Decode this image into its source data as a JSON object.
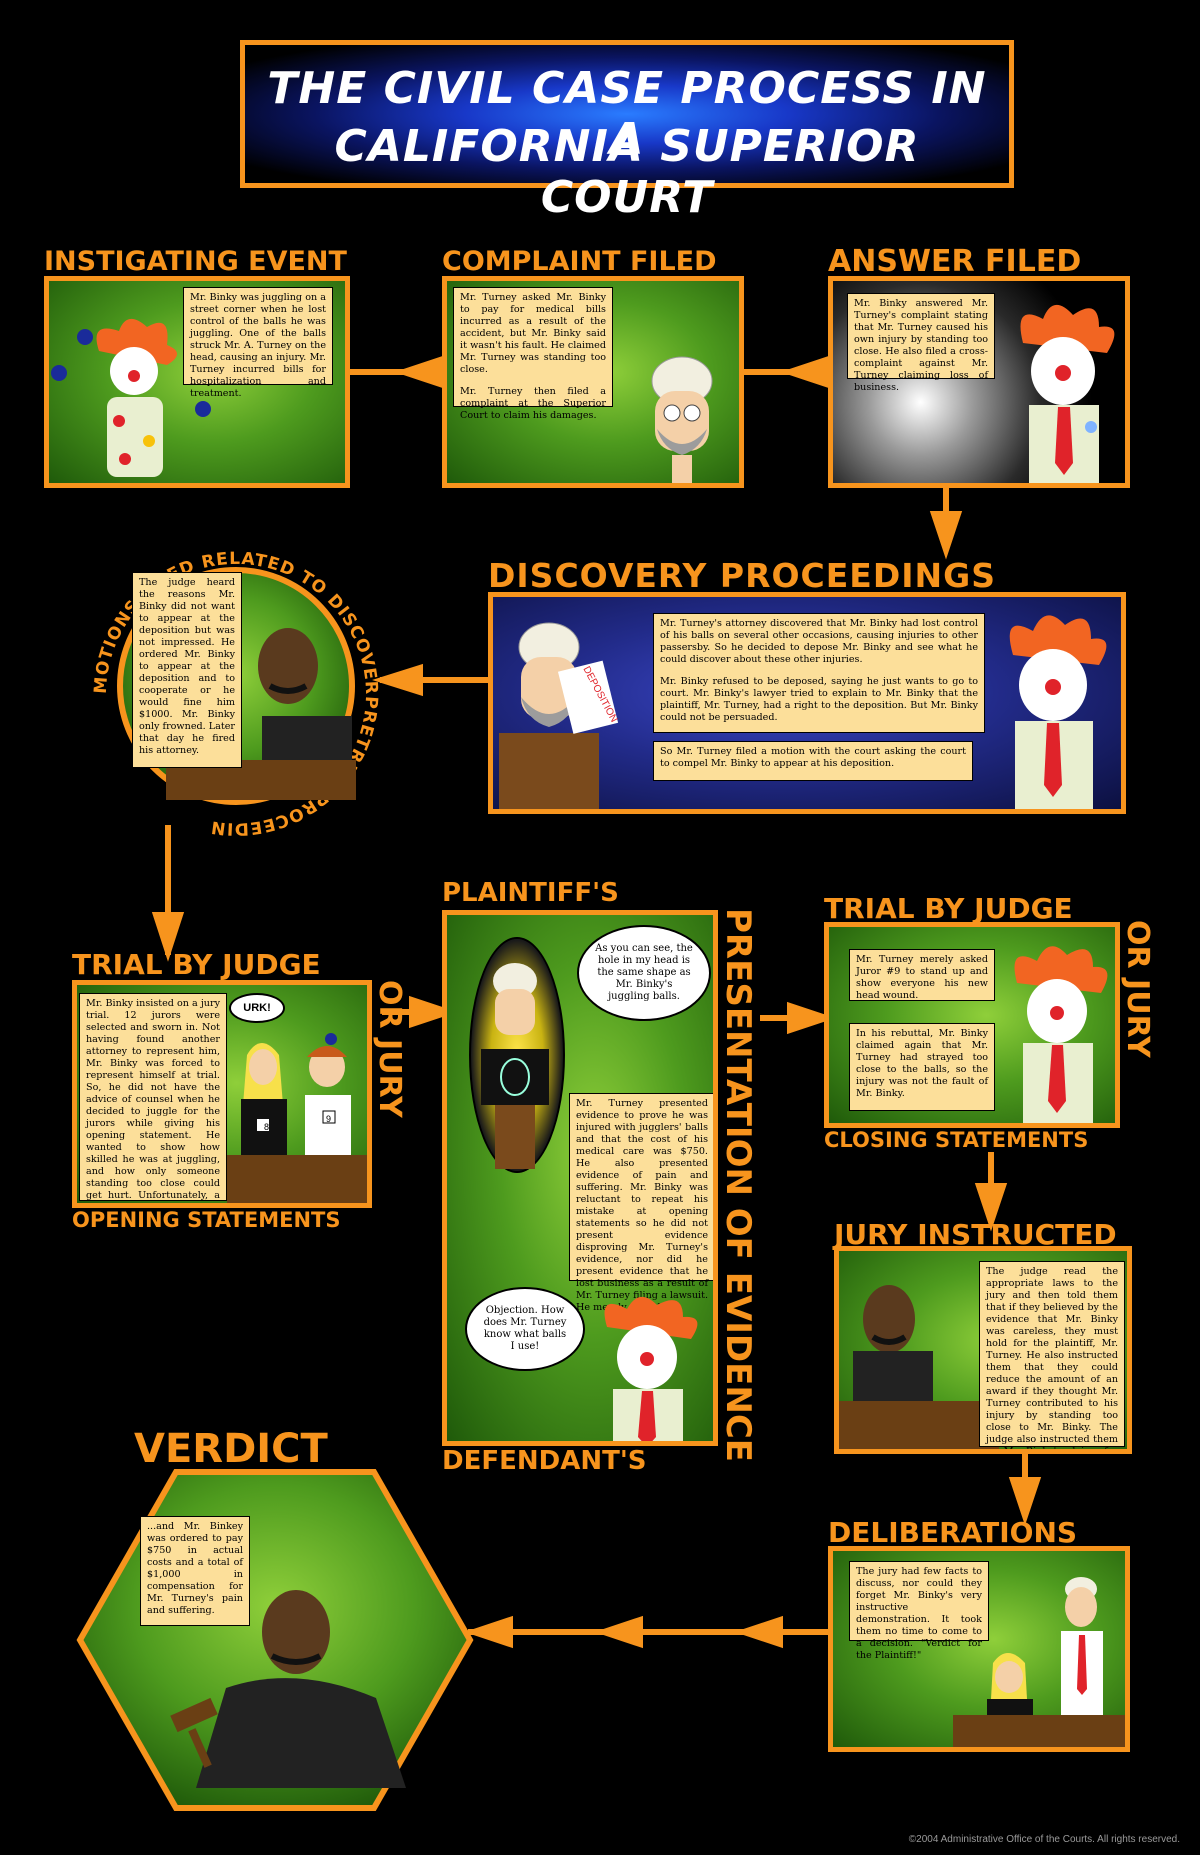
{
  "title": {
    "line1": "THE CIVIL CASE PROCESS IN A",
    "line2": "CALIFORNIA SUPERIOR COURT"
  },
  "stages": {
    "instigating": {
      "heading": "INSTIGATING  EVENT",
      "text": "Mr. Binky was juggling on a street corner when he lost control of the balls he was juggling. One of the balls struck Mr. A. Turney on the head, causing an injury. Mr. Turney incurred bills for hospitalization and treatment."
    },
    "complaint": {
      "heading": "COMPLAINT FILED",
      "text1": "Mr. Turney asked Mr. Binky to pay for medical bills incurred as a result of the accident, but Mr. Binky said it wasn't his fault. He claimed Mr. Turney was standing too close.",
      "text2": "Mr. Turney then filed a complaint at the Superior Court to claim his damages."
    },
    "answer": {
      "heading": "ANSWER FILED",
      "text": "Mr. Binky answered Mr. Turney's complaint stating that Mr. Turney caused his own injury by standing too close. He also filed a cross-complaint against Mr. Turney claiming loss of business."
    },
    "discovery": {
      "heading": "DISCOVERY PROCEEDINGS",
      "text1": "Mr. Turney's attorney discovered that Mr. Binky had lost control of his balls on several other occasions, causing injuries to other passersby. So he decided to depose Mr. Binky and see what he could discover about these other injuries.",
      "text2": "Mr. Binky refused to be deposed, saying he just wants to go to court. Mr. Binky's lawyer tried to explain to Mr. Binky that the plaintiff, Mr. Turney, had a right to the deposition. But Mr. Binky could not be persuaded.",
      "text3": "So Mr. Turney filed a motion with the court asking the court to compel Mr. Binky to appear at his deposition.",
      "paper_label": "DEPOSITION"
    },
    "motions": {
      "arc_top": "MOTIONS FILED RELATED TO DISCOVERY MATTERS.",
      "arc_bottom": "PRETRIAL PROCEEDINGS.",
      "text": "The judge heard the reasons Mr. Binky did not want to appear at the deposition but was not impressed. He ordered Mr. Binky to appear at the deposition and to cooperate or he would fine him $1000. Mr. Binky only frowned. Later that day he fired his attorney."
    },
    "opening": {
      "heading_top": "TRIAL BY JUDGE",
      "heading_side": "OR JURY",
      "heading_bottom": "OPENING STATEMENTS",
      "text": "Mr. Binky insisted on a jury trial. 12 jurors were selected and sworn in. Not having found another attorney to represent him, Mr. Binky was forced to represent himself at trial. So, he did not have the advice of counsel when he decided to juggle for the jurors while giving his opening statement. He wanted to show how skilled he was at juggling, and how only someone standing too close could get hurt. Unfortunately, a ball got away from Mr. Binky and hit a juror.",
      "bubble": "URK!",
      "juror_a": "8",
      "juror_b": "9"
    },
    "evidence": {
      "heading_top": "PLAINTIFF'S",
      "heading_side": "PRESENTATION OF EVIDENCE",
      "heading_bottom": "DEFENDANT'S",
      "bubble1": "As you can see, the hole in my head is the same shape as Mr. Binky's juggling balls.",
      "text": "Mr. Turney presented evidence to prove he was injured with jugglers' balls and that the cost of his medical care was $750. He also presented evidence of pain and suffering. Mr. Binky was reluctant to repeat his mistake at opening statements so he did not present evidence disproving Mr. Turney's evidence, nor did he present evidence that he lost business as a result of Mr. Turney filing a lawsuit. He merely rested.",
      "bubble2": "Objection. How does Mr. Turney know what balls I use!"
    },
    "closing": {
      "heading_top": "TRIAL BY JUDGE",
      "heading_side": "OR JURY",
      "heading_bottom": "CLOSING STATEMENTS",
      "text1": "Mr. Turney merely asked Juror #9 to stand up and show everyone his new head wound.",
      "text2": "In his rebuttal, Mr. Binky claimed again that Mr. Turney had strayed too close to the balls, so the injury was not the fault of Mr. Binky."
    },
    "jury": {
      "heading": "JURY INSTRUCTED",
      "text": "The judge read the appropriate laws to the jury and then told them that if they believed by the evidence that Mr. Binky was careless, they must hold for the plaintiff, Mr. Turney. He also instructed them that they could reduce the amount of an award if they thought Mr. Turney contributed to his injury by standing too close to Mr. Binky. The judge also instructed them on Mr. Binky's claims for loss of business."
    },
    "deliberations": {
      "heading": "DELIBERATIONS",
      "text": "The jury had few facts to discuss, nor could they forget Mr. Binky's very instructive demonstration. It took them no time to come to a decision. \"Verdict for the Plaintiff!\""
    },
    "verdict": {
      "heading": "VERDICT",
      "text": "...and Mr. Binkey was ordered to pay $750 in actual costs and a total of $1,000 in compensation for Mr. Turney's pain and suffering."
    }
  },
  "footer": "©2004 Administrative Office of the Courts. All rights reserved.",
  "colors": {
    "accent": "#f7941d",
    "note": "#fcdf9a",
    "panel_green": "#4e9b1e",
    "panel_blue": "#1f2a8a"
  }
}
